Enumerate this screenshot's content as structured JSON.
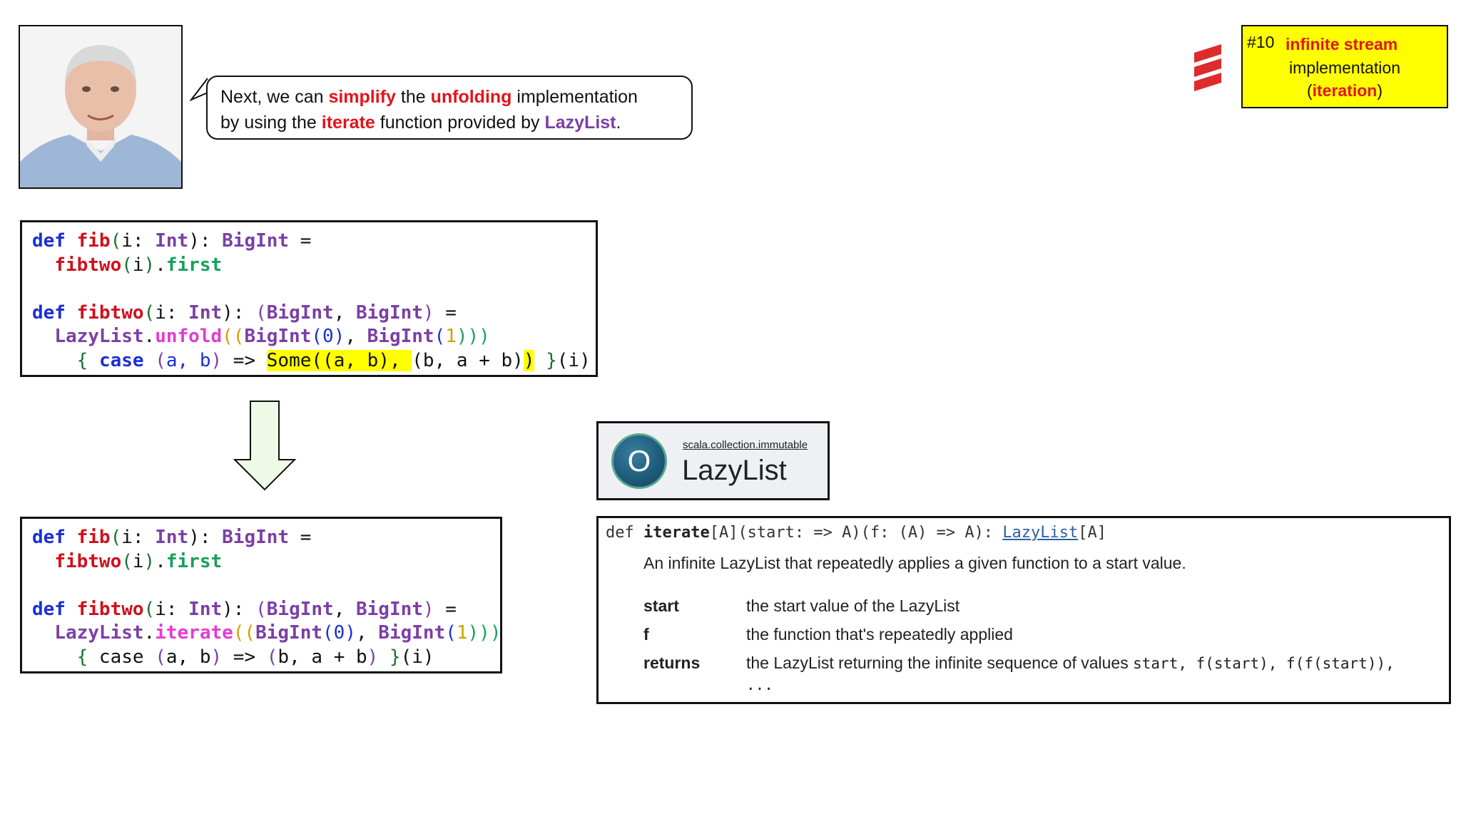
{
  "bubble": {
    "line1": [
      {
        "t": "Next, we can ",
        "c": ""
      },
      {
        "t": "simplify",
        "c": "red"
      },
      {
        "t": " the ",
        "c": ""
      },
      {
        "t": "unfolding",
        "c": "red"
      },
      {
        "t": " implementation",
        "c": ""
      }
    ],
    "line2": [
      {
        "t": "by using the ",
        "c": ""
      },
      {
        "t": "iterate",
        "c": "red"
      },
      {
        "t": " function provided by ",
        "c": ""
      },
      {
        "t": "LazyList",
        "c": "purple"
      },
      {
        "t": ".",
        "c": ""
      }
    ]
  },
  "badge": {
    "number": "#10",
    "line1": "infinite stream",
    "line2": "implementation",
    "line3_open": "(",
    "line3_word": "iteration",
    "line3_close": ")"
  },
  "code_top": [
    [
      [
        "def",
        "kw"
      ],
      [
        " ",
        ""
      ],
      [
        "fib",
        "fn"
      ],
      [
        "(",
        "p1"
      ],
      [
        "i: ",
        ""
      ],
      [
        "Int",
        "ty"
      ],
      [
        "): ",
        ""
      ],
      [
        "BigInt",
        "ty"
      ],
      [
        " =",
        ""
      ]
    ],
    [
      [
        "  ",
        ""
      ],
      [
        "fibtwo",
        "fn"
      ],
      [
        "(",
        "p1"
      ],
      [
        "i",
        ""
      ],
      [
        ")",
        "p1"
      ],
      [
        ".",
        ""
      ],
      [
        "first",
        "me"
      ]
    ],
    [],
    [
      [
        "def",
        "kw"
      ],
      [
        " ",
        ""
      ],
      [
        "fibtwo",
        "fn"
      ],
      [
        "(",
        "p1"
      ],
      [
        "i: ",
        ""
      ],
      [
        "Int",
        "ty"
      ],
      [
        "): ",
        ""
      ],
      [
        "(",
        "p2"
      ],
      [
        "BigInt",
        "ty"
      ],
      [
        ", ",
        ""
      ],
      [
        "BigInt",
        "ty"
      ],
      [
        ")",
        "p2"
      ],
      [
        " =",
        ""
      ]
    ],
    [
      [
        "  ",
        ""
      ],
      [
        "LazyList",
        "ty"
      ],
      [
        ".",
        ""
      ],
      [
        "unfold",
        "mp"
      ],
      [
        "((",
        "p3"
      ],
      [
        "BigInt",
        "ty"
      ],
      [
        "(",
        "p4"
      ],
      [
        "0",
        "nb"
      ],
      [
        ")",
        "p4"
      ],
      [
        ", ",
        ""
      ],
      [
        "BigInt",
        "ty"
      ],
      [
        "(",
        "p4"
      ],
      [
        "1",
        "p3"
      ],
      [
        ")))",
        "p5"
      ]
    ],
    [
      [
        "    ",
        ""
      ],
      [
        "{",
        "p1"
      ],
      [
        " ",
        ""
      ],
      [
        "case",
        "kw"
      ],
      [
        " ",
        ""
      ],
      [
        "(",
        "p2"
      ],
      [
        "a, b",
        "nb"
      ],
      [
        ")",
        "p2"
      ],
      [
        " => ",
        ""
      ],
      [
        "Some((a, b), ",
        "hl"
      ],
      [
        "(b, a + b)",
        ""
      ],
      [
        ")",
        "hl"
      ],
      [
        " ",
        ""
      ],
      [
        "}",
        "p1"
      ],
      [
        "(i)",
        ""
      ]
    ]
  ],
  "code_bottom": [
    [
      [
        "def",
        "kw"
      ],
      [
        " ",
        ""
      ],
      [
        "fib",
        "fn"
      ],
      [
        "(",
        "p1"
      ],
      [
        "i: ",
        ""
      ],
      [
        "Int",
        "ty"
      ],
      [
        "): ",
        ""
      ],
      [
        "BigInt",
        "ty"
      ],
      [
        " =",
        ""
      ]
    ],
    [
      [
        "  ",
        ""
      ],
      [
        "fibtwo",
        "fn"
      ],
      [
        "(",
        "p1"
      ],
      [
        "i",
        ""
      ],
      [
        ")",
        "p1"
      ],
      [
        ".",
        ""
      ],
      [
        "first",
        "me"
      ]
    ],
    [],
    [
      [
        "def",
        "kw"
      ],
      [
        " ",
        ""
      ],
      [
        "fibtwo",
        "fn"
      ],
      [
        "(",
        "p1"
      ],
      [
        "i: ",
        ""
      ],
      [
        "Int",
        "ty"
      ],
      [
        "): ",
        ""
      ],
      [
        "(",
        "p2"
      ],
      [
        "BigInt",
        "ty"
      ],
      [
        ", ",
        ""
      ],
      [
        "BigInt",
        "ty"
      ],
      [
        ")",
        "p2"
      ],
      [
        " =",
        ""
      ]
    ],
    [
      [
        "  ",
        ""
      ],
      [
        "LazyList",
        "ty"
      ],
      [
        ".",
        ""
      ],
      [
        "iterate",
        "mp"
      ],
      [
        "((",
        "p3"
      ],
      [
        "BigInt",
        "ty"
      ],
      [
        "(",
        "p4"
      ],
      [
        "0",
        "nb"
      ],
      [
        ")",
        "p4"
      ],
      [
        ", ",
        ""
      ],
      [
        "BigInt",
        "ty"
      ],
      [
        "(",
        "p4"
      ],
      [
        "1",
        "p3"
      ],
      [
        ")))",
        "p5"
      ]
    ],
    [
      [
        "    ",
        ""
      ],
      [
        "{",
        "p1"
      ],
      [
        " case ",
        ""
      ],
      [
        "(",
        "p2"
      ],
      [
        "a, b",
        ""
      ],
      [
        ")",
        "p2"
      ],
      [
        " => ",
        ""
      ],
      [
        "(",
        "p2"
      ],
      [
        "b, a + b",
        ""
      ],
      [
        ")",
        "p2"
      ],
      [
        " ",
        ""
      ],
      [
        "}",
        "p1"
      ],
      [
        "(i)",
        ""
      ]
    ]
  ],
  "lazylist_header": {
    "icon_letter": "O",
    "package": "scala.collection.immutable",
    "name": "LazyList"
  },
  "doc": {
    "sig_def": "def ",
    "sig_name": "iterate",
    "sig_mid": "[A](start: => A)(f: (A) => A): ",
    "sig_link": "LazyList",
    "sig_end": "[A]",
    "description": "An infinite LazyList that repeatedly applies a given function to a start value.",
    "params": [
      {
        "name": "start",
        "desc": "the start value of the LazyList"
      },
      {
        "name": "f",
        "desc": "the function that's repeatedly applied"
      }
    ],
    "returns_label": "returns",
    "returns_text": "the LazyList returning the infinite sequence of values ",
    "returns_code": "start, f(start), f(f(start)),",
    "returns_dots": "..."
  }
}
